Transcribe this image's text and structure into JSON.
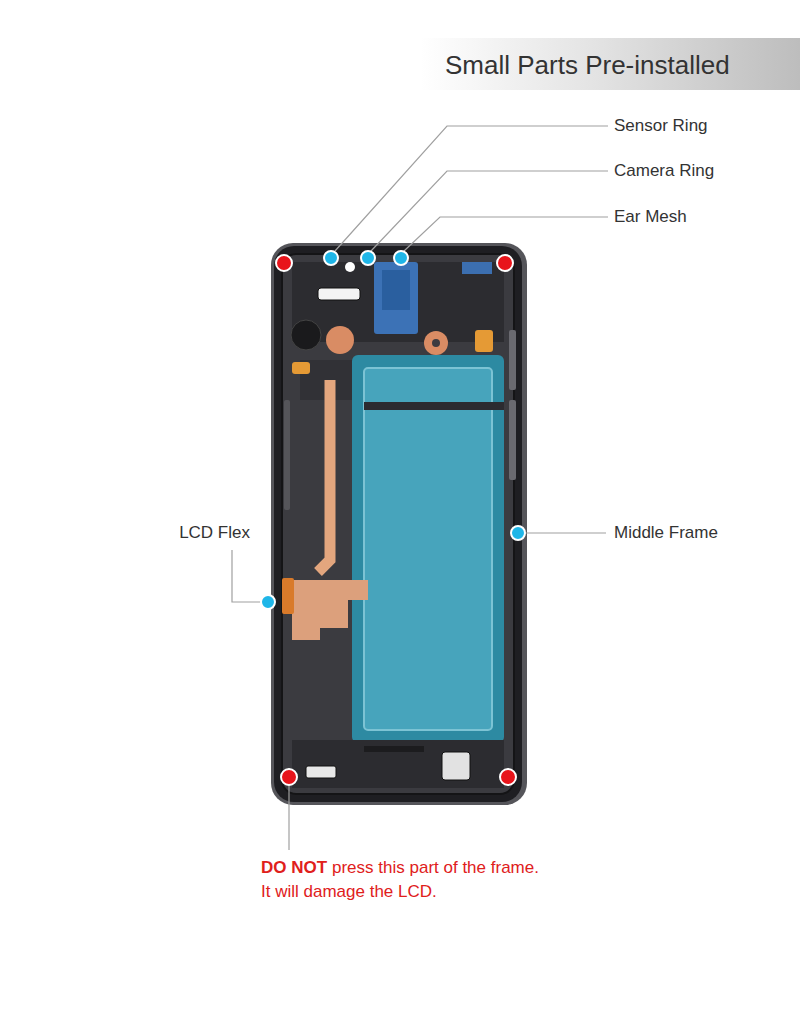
{
  "diagram": {
    "title": "Small Parts Pre-installed",
    "labels": [
      "Sensor Ring",
      "Camera Ring",
      "Ear Mesh",
      "LCD Flex",
      "Middle Frame",
      "DO NOT",
      "press this part of the frame.",
      "It will damage the LCD."
    ]
  }
}
